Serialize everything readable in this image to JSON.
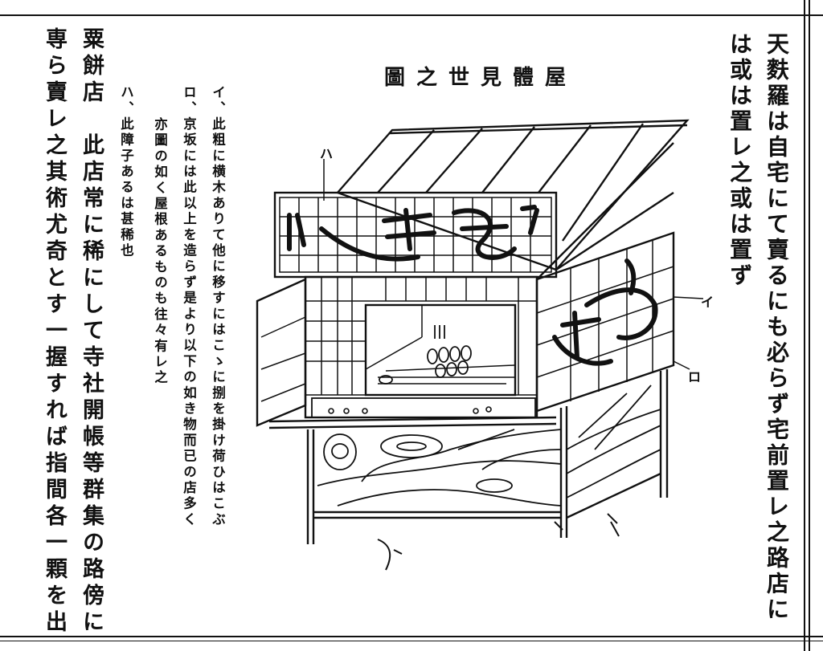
{
  "document": {
    "right_column": [
      "天麩羅は自宅にて賣るにも必らず宅前置レ之路店に",
      "は或は置レ之或は置ず"
    ],
    "figure_title": "屋體見世之圖",
    "figure_labels": {
      "i": "イ",
      "ro": "ロ",
      "ha": "ハ"
    },
    "notes": [
      "イ、此粗に横木ありて他に移すにはこゝに捌を掛け荷ひはこぶ",
      "ロ、京坂には此以上を造らず是より以下の如き物而已の店多く",
      "亦圖の如く屋根あるものも往々有レ之",
      "ハ、此障子あるは甚稀也"
    ],
    "left_column": [
      "粟餅店　此店常に稀にして寺社開帳等群集の路傍に",
      "専ら賣レ之其術尤奇とす一握すれば指間各一顆を出"
    ]
  }
}
